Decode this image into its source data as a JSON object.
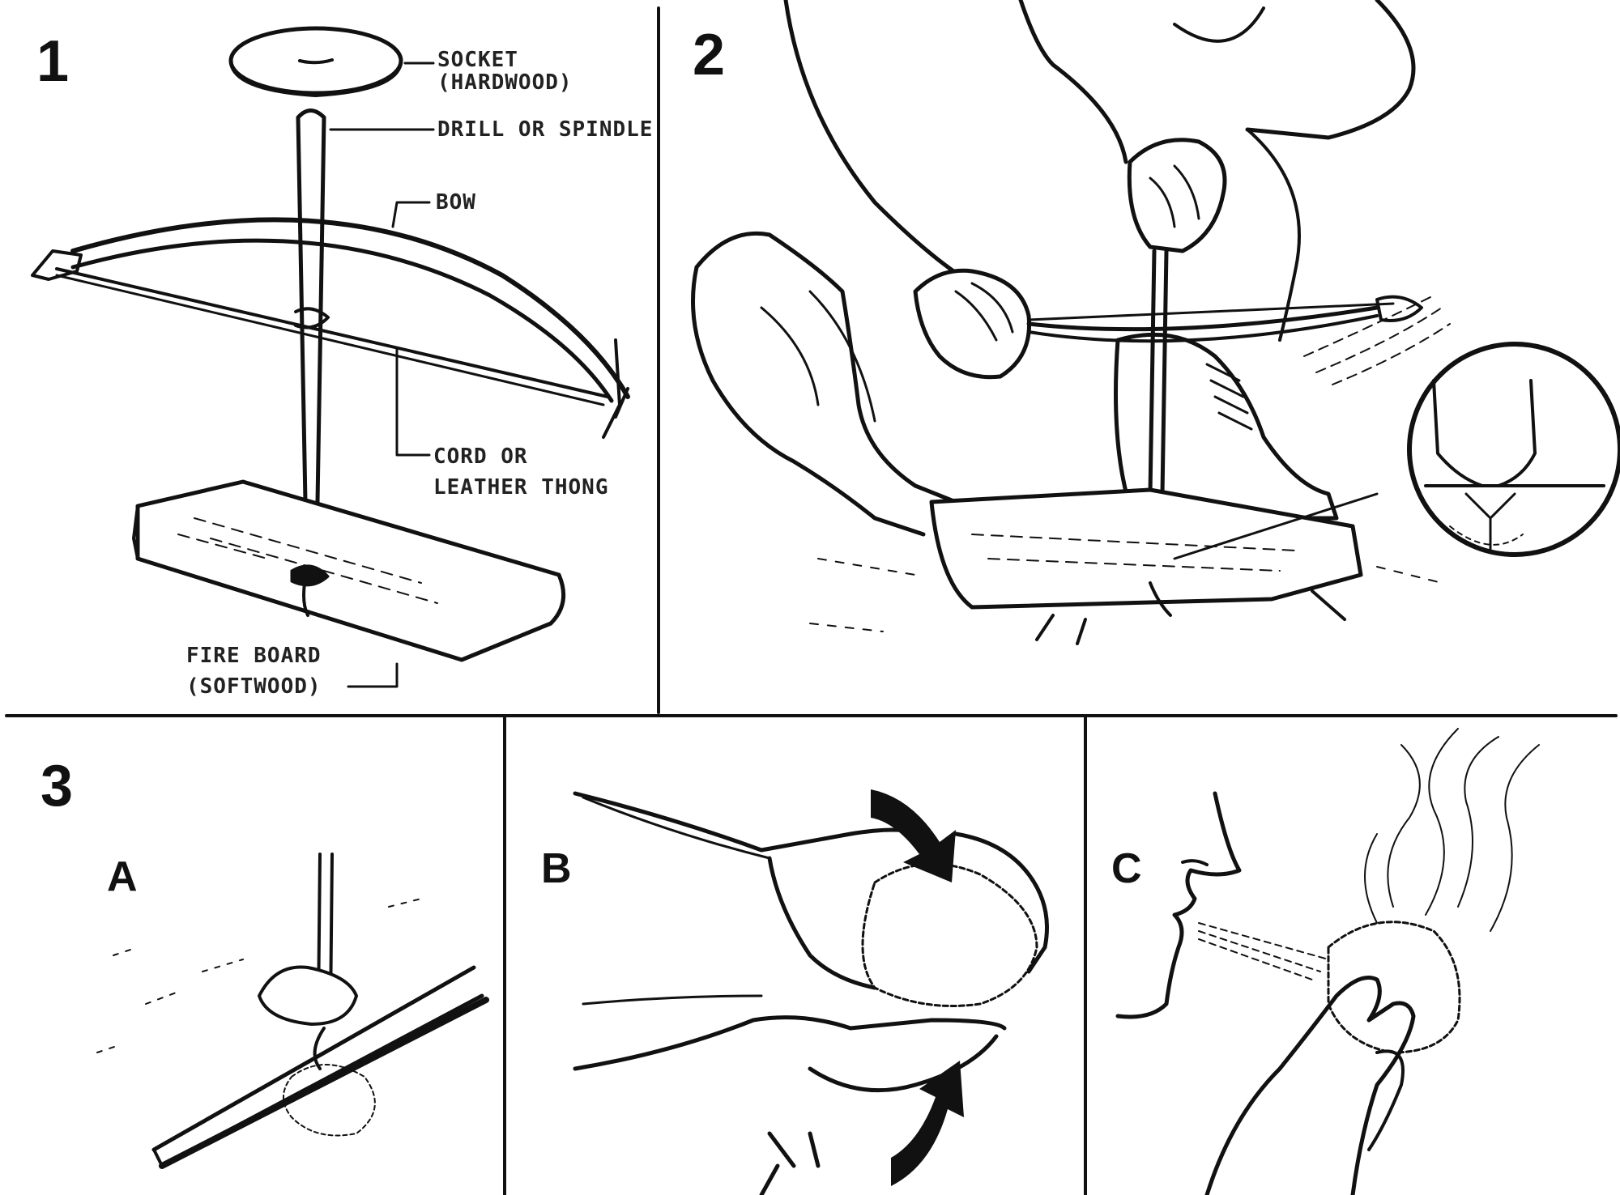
{
  "panels": {
    "p1": {
      "number": "1"
    },
    "p2": {
      "number": "2"
    },
    "p3": {
      "number": "3"
    },
    "p3a": {
      "letter": "A"
    },
    "p3b": {
      "letter": "B"
    },
    "p3c": {
      "letter": "C"
    }
  },
  "labels": {
    "socket_l1": "SOCKET",
    "socket_l2": "(HARDWOOD)",
    "drill": "DRILL OR SPINDLE",
    "bow": "BOW",
    "cord_l1": "CORD OR",
    "cord_l2": "LEATHER THONG",
    "board_l1": "FIRE BOARD",
    "board_l2": "(SOFTWOOD)"
  },
  "colors": {
    "ink": "#111111",
    "paper": "#ffffff"
  }
}
